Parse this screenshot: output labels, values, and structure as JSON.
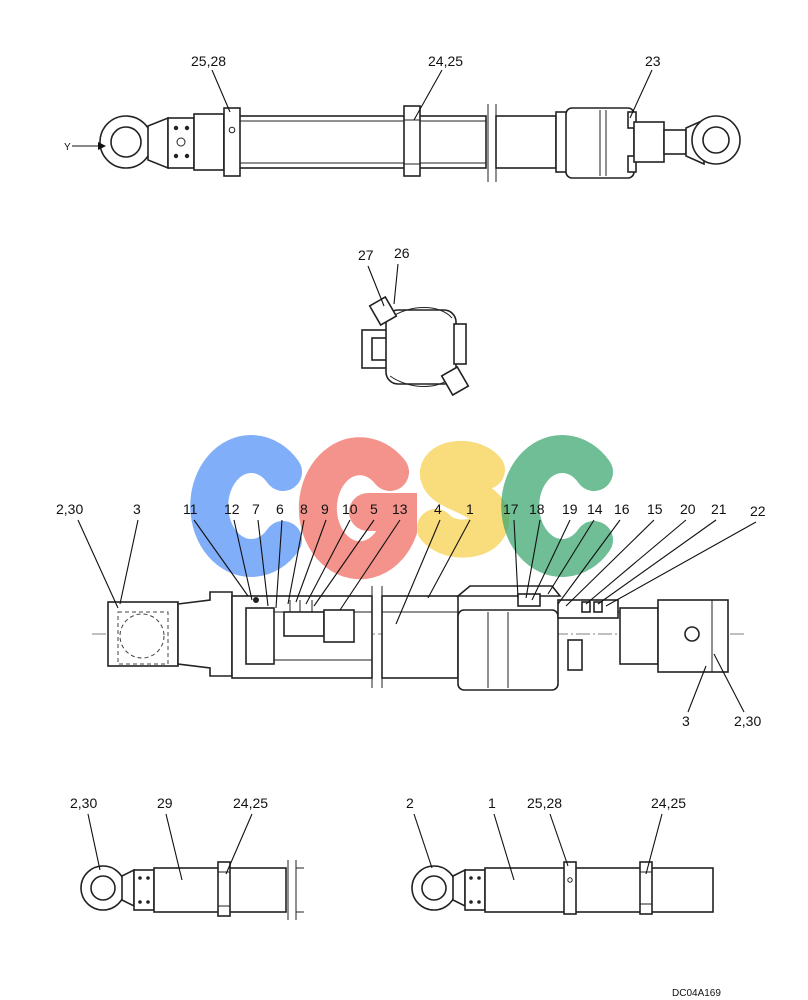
{
  "diagram": {
    "drawing_code": "DC04A169",
    "view_marker": "Y",
    "watermark": {
      "letters": [
        "C",
        "G",
        "S",
        "C"
      ],
      "colors": [
        "#4f8ff7",
        "#ef6a5e",
        "#f7cf4a",
        "#38a56d"
      ]
    },
    "top_view": {
      "callouts": [
        "25,28",
        "24,25",
        "23"
      ]
    },
    "detail_view": {
      "callouts": [
        "27",
        "26"
      ]
    },
    "section_view": {
      "callouts_top": [
        "2,30",
        "3",
        "11",
        "12",
        "7",
        "6",
        "8",
        "9",
        "10",
        "5",
        "13",
        "4",
        "1",
        "17",
        "18",
        "19",
        "14",
        "16",
        "15",
        "20",
        "21",
        "22"
      ],
      "callouts_bottom": [
        "3",
        "2,30"
      ]
    },
    "lower_left_view": {
      "callouts": [
        "2,30",
        "29",
        "24,25"
      ]
    },
    "lower_right_view": {
      "callouts": [
        "2",
        "1",
        "25,28",
        "24,25"
      ]
    }
  }
}
